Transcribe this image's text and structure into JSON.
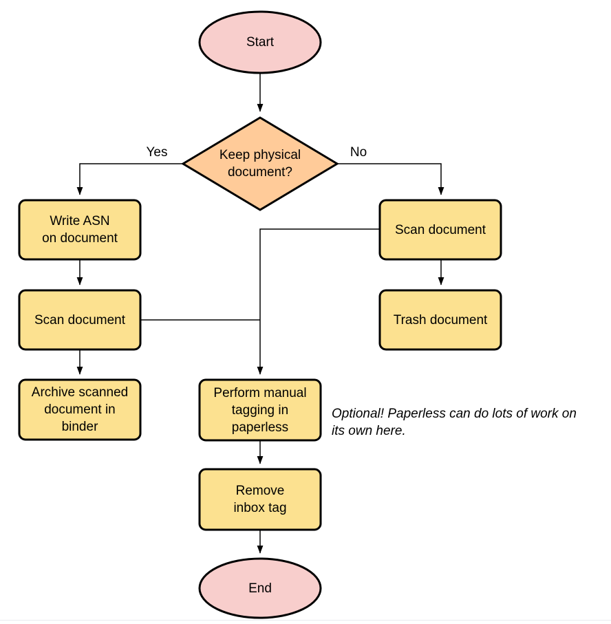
{
  "diagram": {
    "nodes": {
      "start": {
        "label": "Start",
        "shape": "terminator"
      },
      "decision": {
        "label": "Keep physical\ndocument?",
        "shape": "decision"
      },
      "write_asn": {
        "label": "Write ASN\non document",
        "shape": "process"
      },
      "scan_left": {
        "label": "Scan document",
        "shape": "process"
      },
      "archive": {
        "label": "Archive scanned\ndocument in\nbinder",
        "shape": "process"
      },
      "scan_right": {
        "label": "Scan document",
        "shape": "process"
      },
      "trash": {
        "label": "Trash document",
        "shape": "process"
      },
      "tagging": {
        "label": "Perform manual\ntagging in\npaperless",
        "shape": "process"
      },
      "remove_inbox": {
        "label": "Remove\ninbox tag",
        "shape": "process"
      },
      "end": {
        "label": "End",
        "shape": "terminator"
      }
    },
    "edge_labels": {
      "yes": "Yes",
      "no": "No"
    },
    "annotation": "Optional! Paperless can do lots of work on\nits own here.",
    "colors": {
      "terminator_fill": "#F8CECC",
      "decision_fill": "#FFCB99",
      "process_fill": "#FCE190",
      "stroke": "#000000"
    }
  }
}
